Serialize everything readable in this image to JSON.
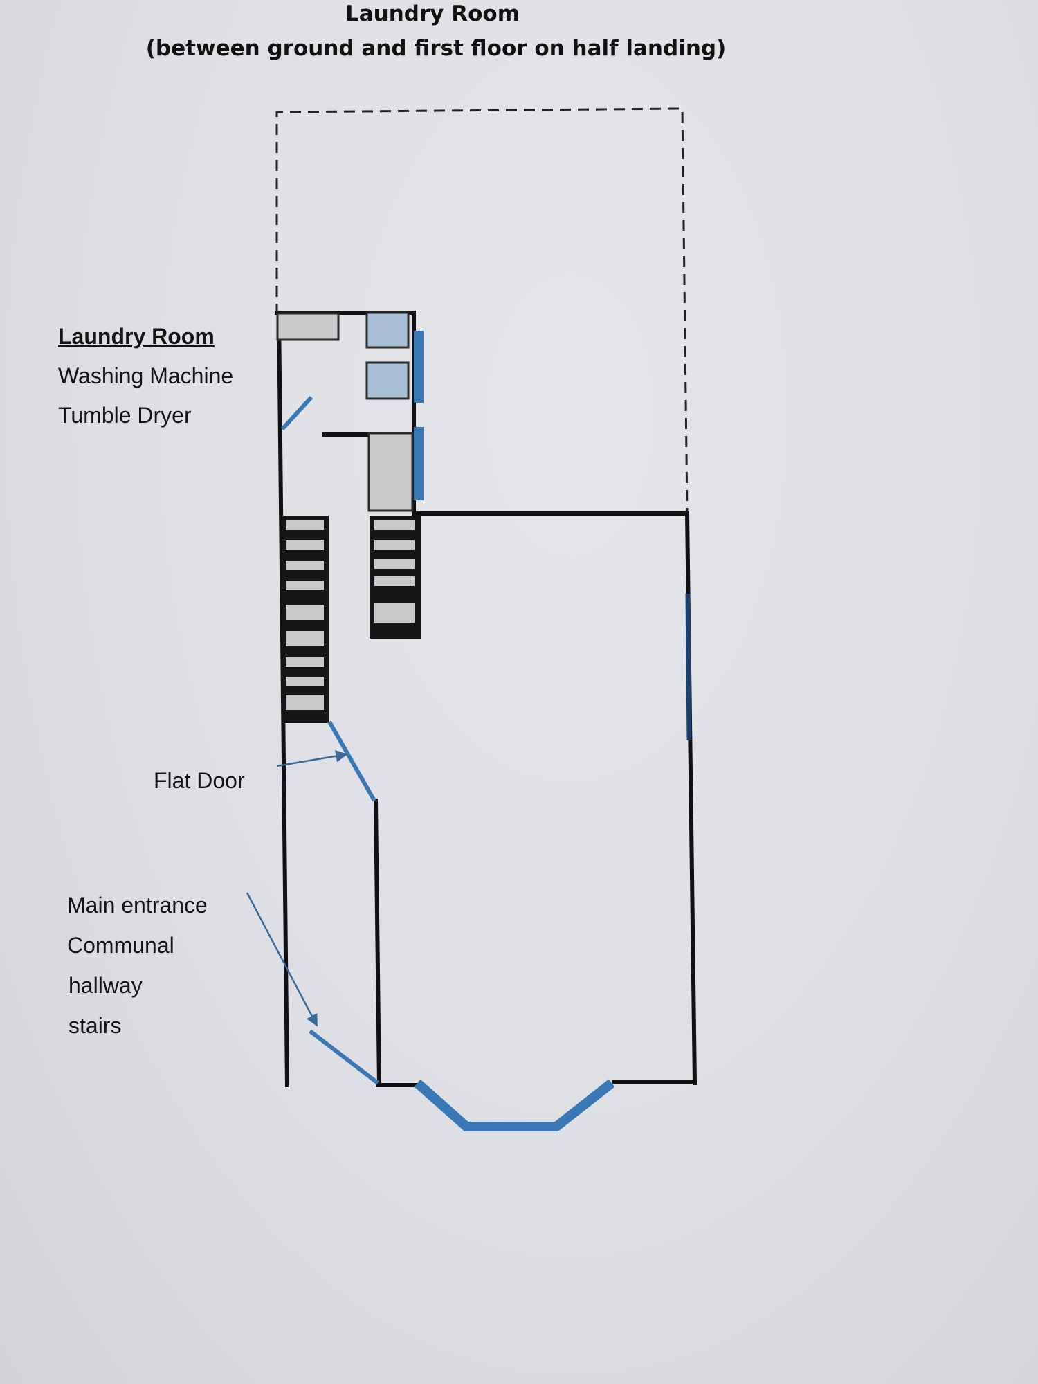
{
  "title": "Laundry Room",
  "subtitle": "(between ground and first floor on half landing)",
  "legend": {
    "heading": "Laundry Room",
    "items": [
      "Washing Machine",
      "Tumble Dryer"
    ]
  },
  "annotations": {
    "flat_door": "Flat Door",
    "main_entrance": [
      "Main entrance",
      "Communal",
      "hallway",
      "stairs"
    ]
  },
  "colors": {
    "wall": "#111111",
    "door_window": "#3a78b5",
    "appliance_fill": "#a9bfd6",
    "counter_fill": "#c8c9cb",
    "stair_tread": "#c8c9cb",
    "dashed_outline": "#222222"
  }
}
